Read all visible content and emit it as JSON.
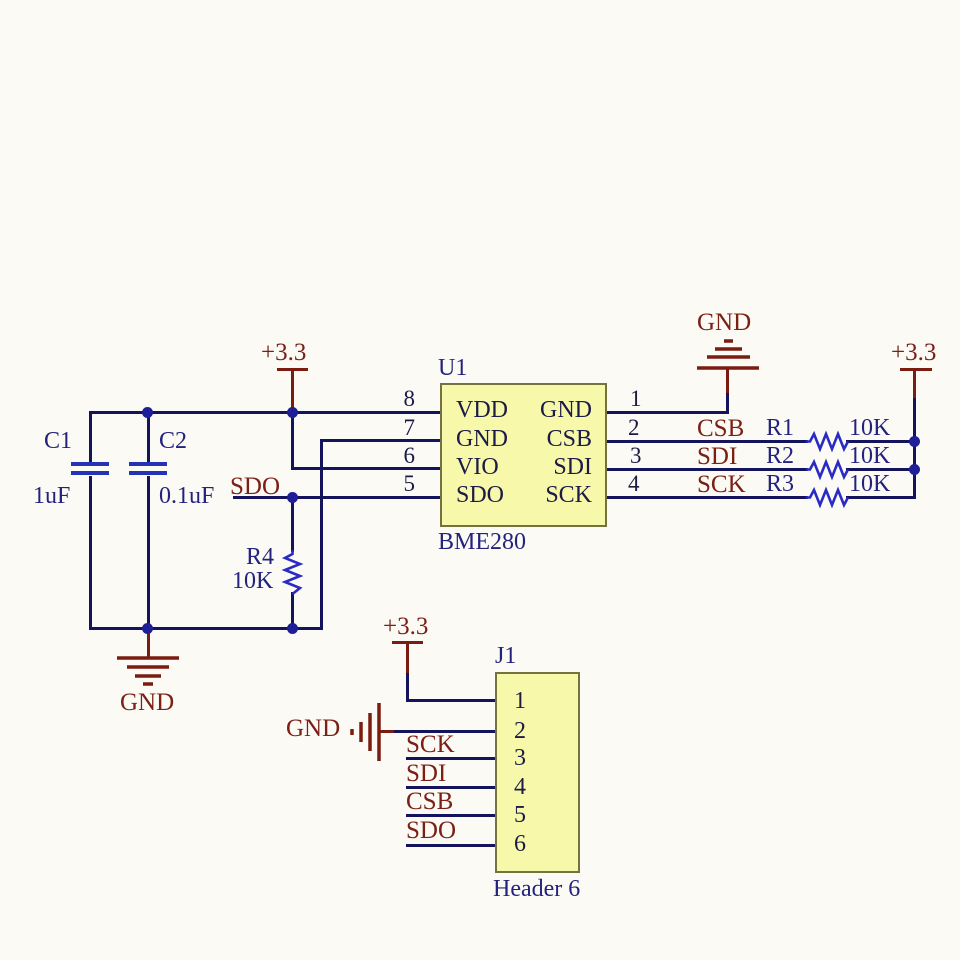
{
  "power": {
    "v33_label": "+3.3",
    "gnd_label": "GND"
  },
  "u1": {
    "ref": "U1",
    "part": "BME280",
    "left_pins": [
      {
        "num": "8",
        "name": "VDD"
      },
      {
        "num": "7",
        "name": "GND"
      },
      {
        "num": "6",
        "name": "VIO"
      },
      {
        "num": "5",
        "name": "SDO"
      }
    ],
    "right_pins": [
      {
        "num": "1",
        "name": "GND"
      },
      {
        "num": "2",
        "name": "CSB"
      },
      {
        "num": "3",
        "name": "SDI"
      },
      {
        "num": "4",
        "name": "SCK"
      }
    ]
  },
  "capacitors": [
    {
      "ref": "C1",
      "value": "1uF"
    },
    {
      "ref": "C2",
      "value": "0.1uF"
    }
  ],
  "pullups": [
    {
      "ref": "R1",
      "value": "10K",
      "net": "CSB"
    },
    {
      "ref": "R2",
      "value": "10K",
      "net": "SDI"
    },
    {
      "ref": "R3",
      "value": "10K",
      "net": "SCK"
    }
  ],
  "r4": {
    "ref": "R4",
    "value": "10K",
    "net": "SDO"
  },
  "j1": {
    "ref": "J1",
    "part": "Header 6",
    "pins": [
      "1",
      "2",
      "3",
      "4",
      "5",
      "6"
    ],
    "net_labels": [
      "SCK",
      "SDI",
      "CSB",
      "SDO"
    ]
  }
}
